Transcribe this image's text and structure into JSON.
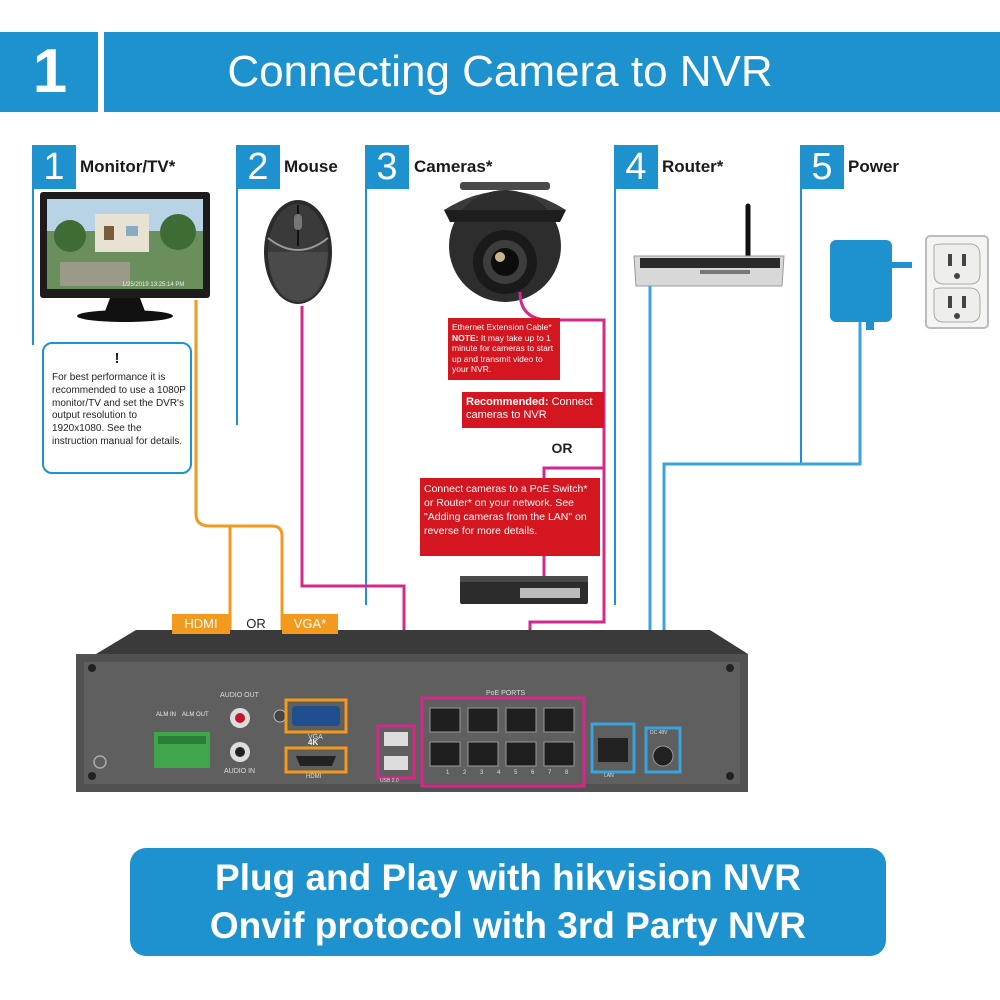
{
  "header": {
    "number": "1",
    "title": "Connecting Camera to NVR"
  },
  "steps": [
    {
      "num": "1",
      "label": "Monitor/TV*"
    },
    {
      "num": "2",
      "label": "Mouse"
    },
    {
      "num": "3",
      "label": "Cameras*"
    },
    {
      "num": "4",
      "label": "Router*"
    },
    {
      "num": "5",
      "label": "Power"
    }
  ],
  "monitor_note": {
    "mark": "!",
    "text": "For best performance it is recommended to use a 1080P monitor/TV and set the DVR's output resolution to 1920x1080. See the instruction manual for details."
  },
  "monitor_timestamp": "1/25/2019 13:25:14 PM",
  "ethernet_note": {
    "title": "Ethernet Extension Cable*",
    "note_label": "NOTE:",
    "note_text": "It may take up to 1 minute for cameras to start up and transmit video to your NVR."
  },
  "recommended_note": {
    "label": "Recommended:",
    "text": "Connect cameras to NVR"
  },
  "or_text": "OR",
  "poe_note": "Connect cameras to a PoE Switch* or Router* on your network. See \"Adding cameras from the LAN\" on reverse for more details.",
  "video_ports": {
    "hdmi": "HDMI",
    "or": "OR",
    "vga": "VGA*"
  },
  "nvr_labels": {
    "audio_out": "AUDIO OUT",
    "audio_in": "AUDIO IN",
    "vga": "VGA",
    "k4": "4K",
    "hdmi": "HDMI",
    "alm_in": "ALM IN",
    "alm_out": "ALM OUT",
    "usb": "USB 2.0",
    "poe_ports": "PoE PORTS",
    "poe_numbers": "1 2 3 4 5 6 7 8",
    "lan": "LAN",
    "power": "DC 48V"
  },
  "footer": {
    "line1": "Plug and Play with hikvision NVR",
    "line2": "Onvif protocol with 3rd Party NVR"
  },
  "colors": {
    "blue": "#1d92cf",
    "red": "#d3161f",
    "orange": "#f39a1e",
    "magenta": "#d6288c",
    "line_blue": "#38a3dc"
  }
}
